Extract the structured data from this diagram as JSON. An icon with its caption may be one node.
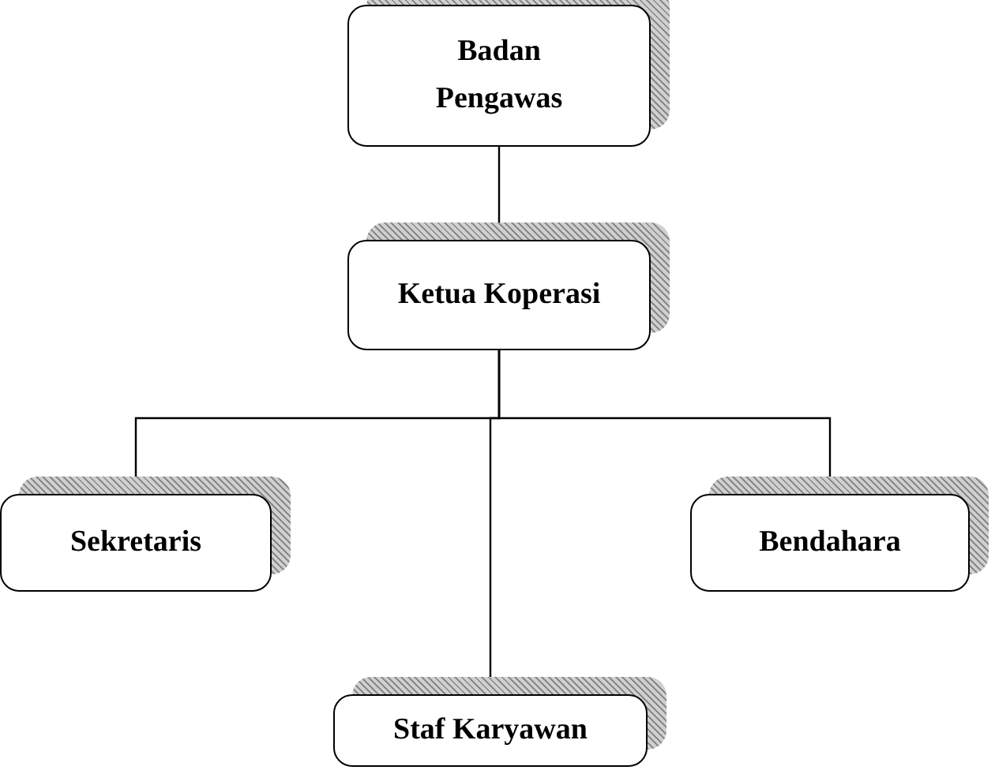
{
  "diagram": {
    "nodes": [
      {
        "text": [
          "Badan Pengawas"
        ]
      },
      {
        "text": [
          "Ketua Koperasi"
        ]
      },
      {
        "text": [
          "Sekretaris"
        ]
      },
      {
        "text": [
          "Bendahara"
        ]
      },
      {
        "text": [
          "Staf Karyawan"
        ]
      }
    ],
    "edges": [
      {
        "from": 0,
        "to": 1,
        "arrow": "none"
      },
      {
        "from": 1,
        "to": 2,
        "arrow": "none"
      },
      {
        "from": 1,
        "to": 3,
        "arrow": "none"
      },
      {
        "from": 1,
        "to": 4,
        "arrow": "none"
      }
    ]
  }
}
